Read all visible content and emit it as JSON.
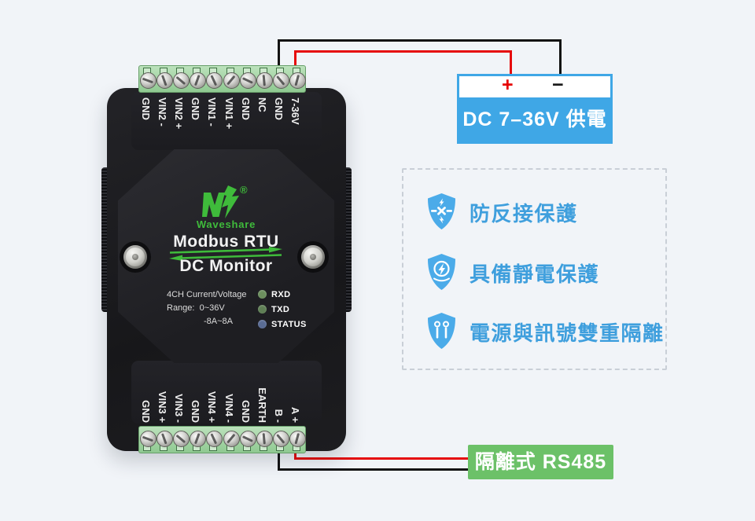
{
  "background": "#f1f4f8",
  "device": {
    "brand": "Waveshare",
    "registered_mark": "®",
    "title_line1": "Modbus RTU",
    "title_line2": "DC Monitor",
    "logo_color": "#3fbb3b",
    "specs": [
      "4CH Current/Voltage",
      "Range:  0~36V",
      "-8A~8A"
    ],
    "leds": [
      {
        "label": "RXD",
        "color": "#6c8f5e"
      },
      {
        "label": "TXD",
        "color": "#5f7f55"
      },
      {
        "label": "STATUS",
        "color": "#5a6c94"
      }
    ],
    "top_terminals": [
      "GND",
      "VIN2 -",
      "VIN2 +",
      "GND",
      "VIN1 -",
      "VIN1 +",
      "GND",
      "NC",
      "GND",
      "7-36V"
    ],
    "bottom_terminals": [
      "GND",
      "VIN3 +",
      "VIN3 -",
      "GND",
      "VIN4 +",
      "VIN4 -",
      "GND",
      "EARTH",
      "B -",
      "A +"
    ]
  },
  "power_label": {
    "plus": "+",
    "minus": "−",
    "text": "DC 7–36V 供電",
    "bg": "#3fa7e6",
    "plus_color": "#e60000",
    "minus_color": "#1a1a1a"
  },
  "features": {
    "accent": "#3f9fdd",
    "icon_color": "#4babe9",
    "items": [
      {
        "icon": "reverse-protection-shield-icon",
        "text": "防反接保護"
      },
      {
        "icon": "esd-protection-shield-icon",
        "text": "具備靜電保護"
      },
      {
        "icon": "double-isolation-shield-icon",
        "text": "電源與訊號雙重隔離"
      }
    ]
  },
  "rs485_label": {
    "text": "隔離式 RS485",
    "bg": "#6cc168"
  },
  "wires": {
    "red": "#e60a0c",
    "black": "#131313"
  }
}
